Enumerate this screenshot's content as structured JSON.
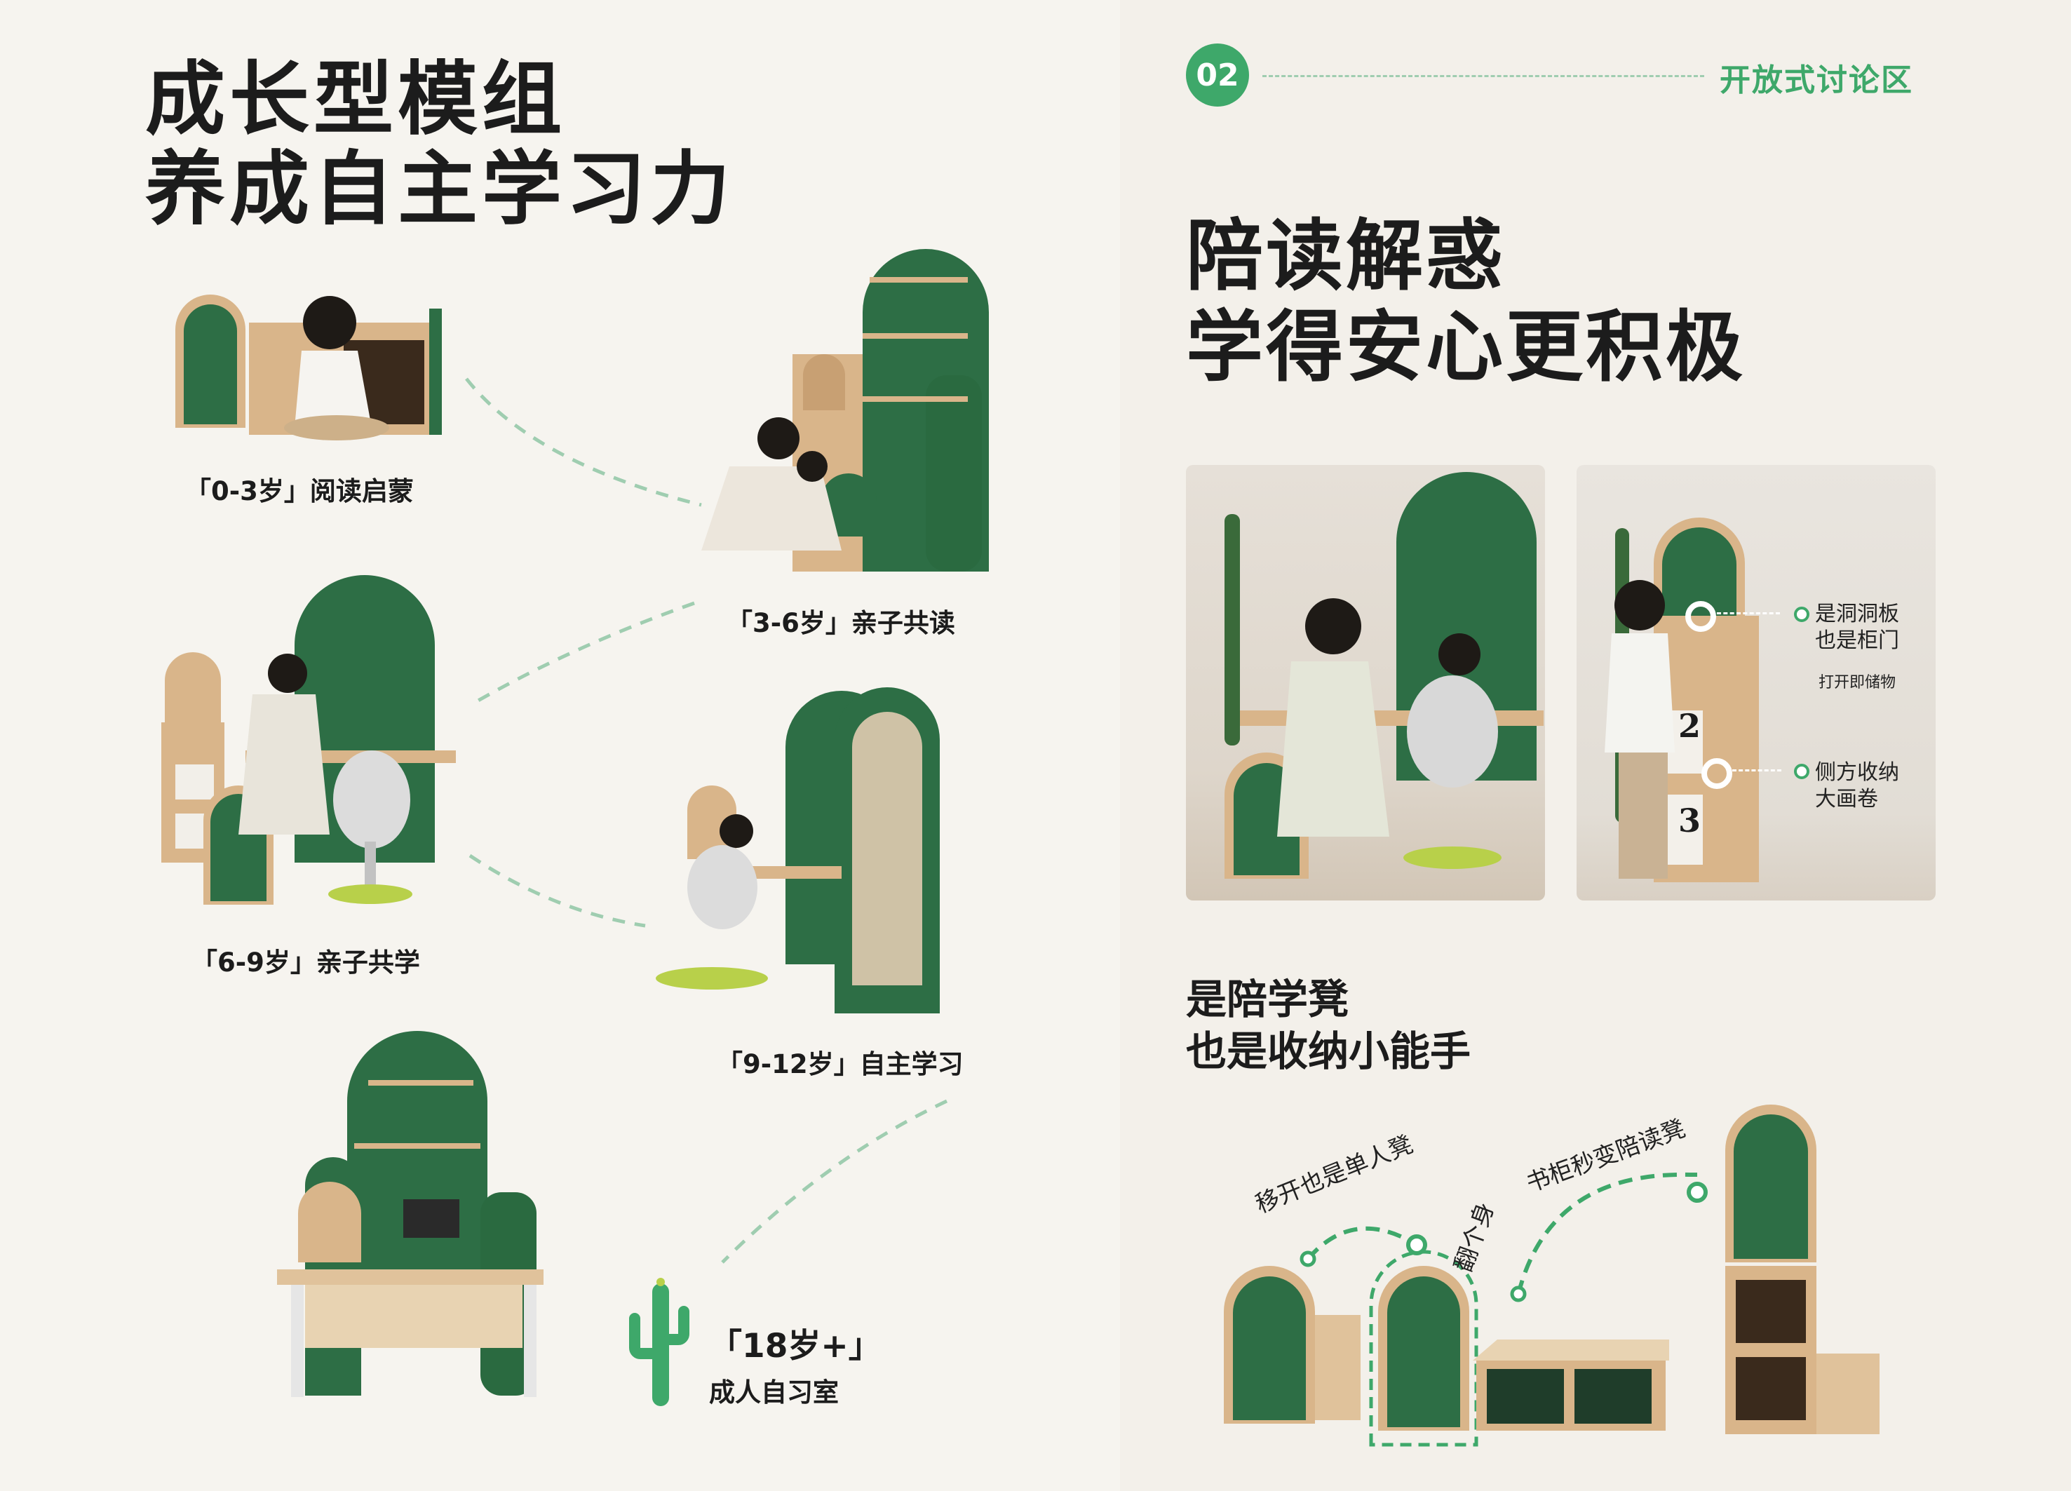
{
  "left": {
    "title_line1": "成长型模组",
    "title_line2": "养成自主学习力",
    "stages": [
      {
        "label": "「0-3岁」阅读启蒙"
      },
      {
        "label": "「3-6岁」亲子共读"
      },
      {
        "label": "「6-9岁」亲子共学"
      },
      {
        "label": "「9-12岁」自主学习"
      },
      {
        "label": "「18岁+」",
        "sublabel": "成人自习室"
      }
    ]
  },
  "right": {
    "section_number": "02",
    "section_name": "开放式讨论区",
    "title_line1": "陪读解惑",
    "title_line2": "学得安心更积极",
    "photo2_callouts": {
      "top_line1": "是洞洞板",
      "top_line2": "也是柜门",
      "top_note": "打开即储物",
      "bottom_line1": "侧方收纳",
      "bottom_line2": "大画卷",
      "box_numbers": [
        "2",
        "3"
      ]
    },
    "subtitle_line1": "是陪学凳",
    "subtitle_line2": "也是收纳小能手",
    "illustration_labels": {
      "move": "移开也是单人凳",
      "flip_prefix": "翻个身",
      "flip": "书柜秒变陪读凳"
    }
  },
  "colors": {
    "accent": "#3ea86a",
    "furniture_green": "#2d6e45",
    "wood": "#d9b58a"
  }
}
